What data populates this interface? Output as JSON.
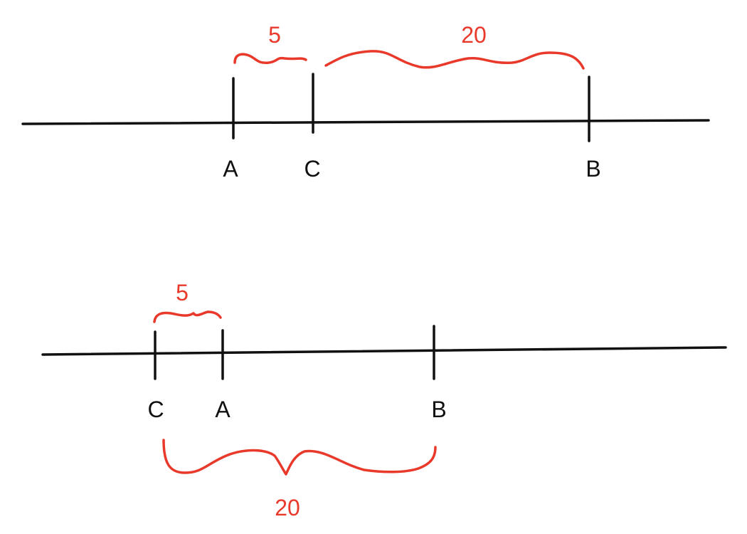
{
  "colors": {
    "line": "#111111",
    "annotation": "#e8392b"
  },
  "diagrams": [
    {
      "points": [
        "A",
        "C",
        "B"
      ],
      "distances": [
        {
          "from": "A",
          "to": "C",
          "label": "5"
        },
        {
          "from": "C",
          "to": "B",
          "label": "20"
        }
      ]
    },
    {
      "points": [
        "C",
        "A",
        "B"
      ],
      "distances": [
        {
          "from": "C",
          "to": "A",
          "label": "5"
        },
        {
          "from": "C",
          "to": "B",
          "label": "20"
        }
      ]
    }
  ]
}
